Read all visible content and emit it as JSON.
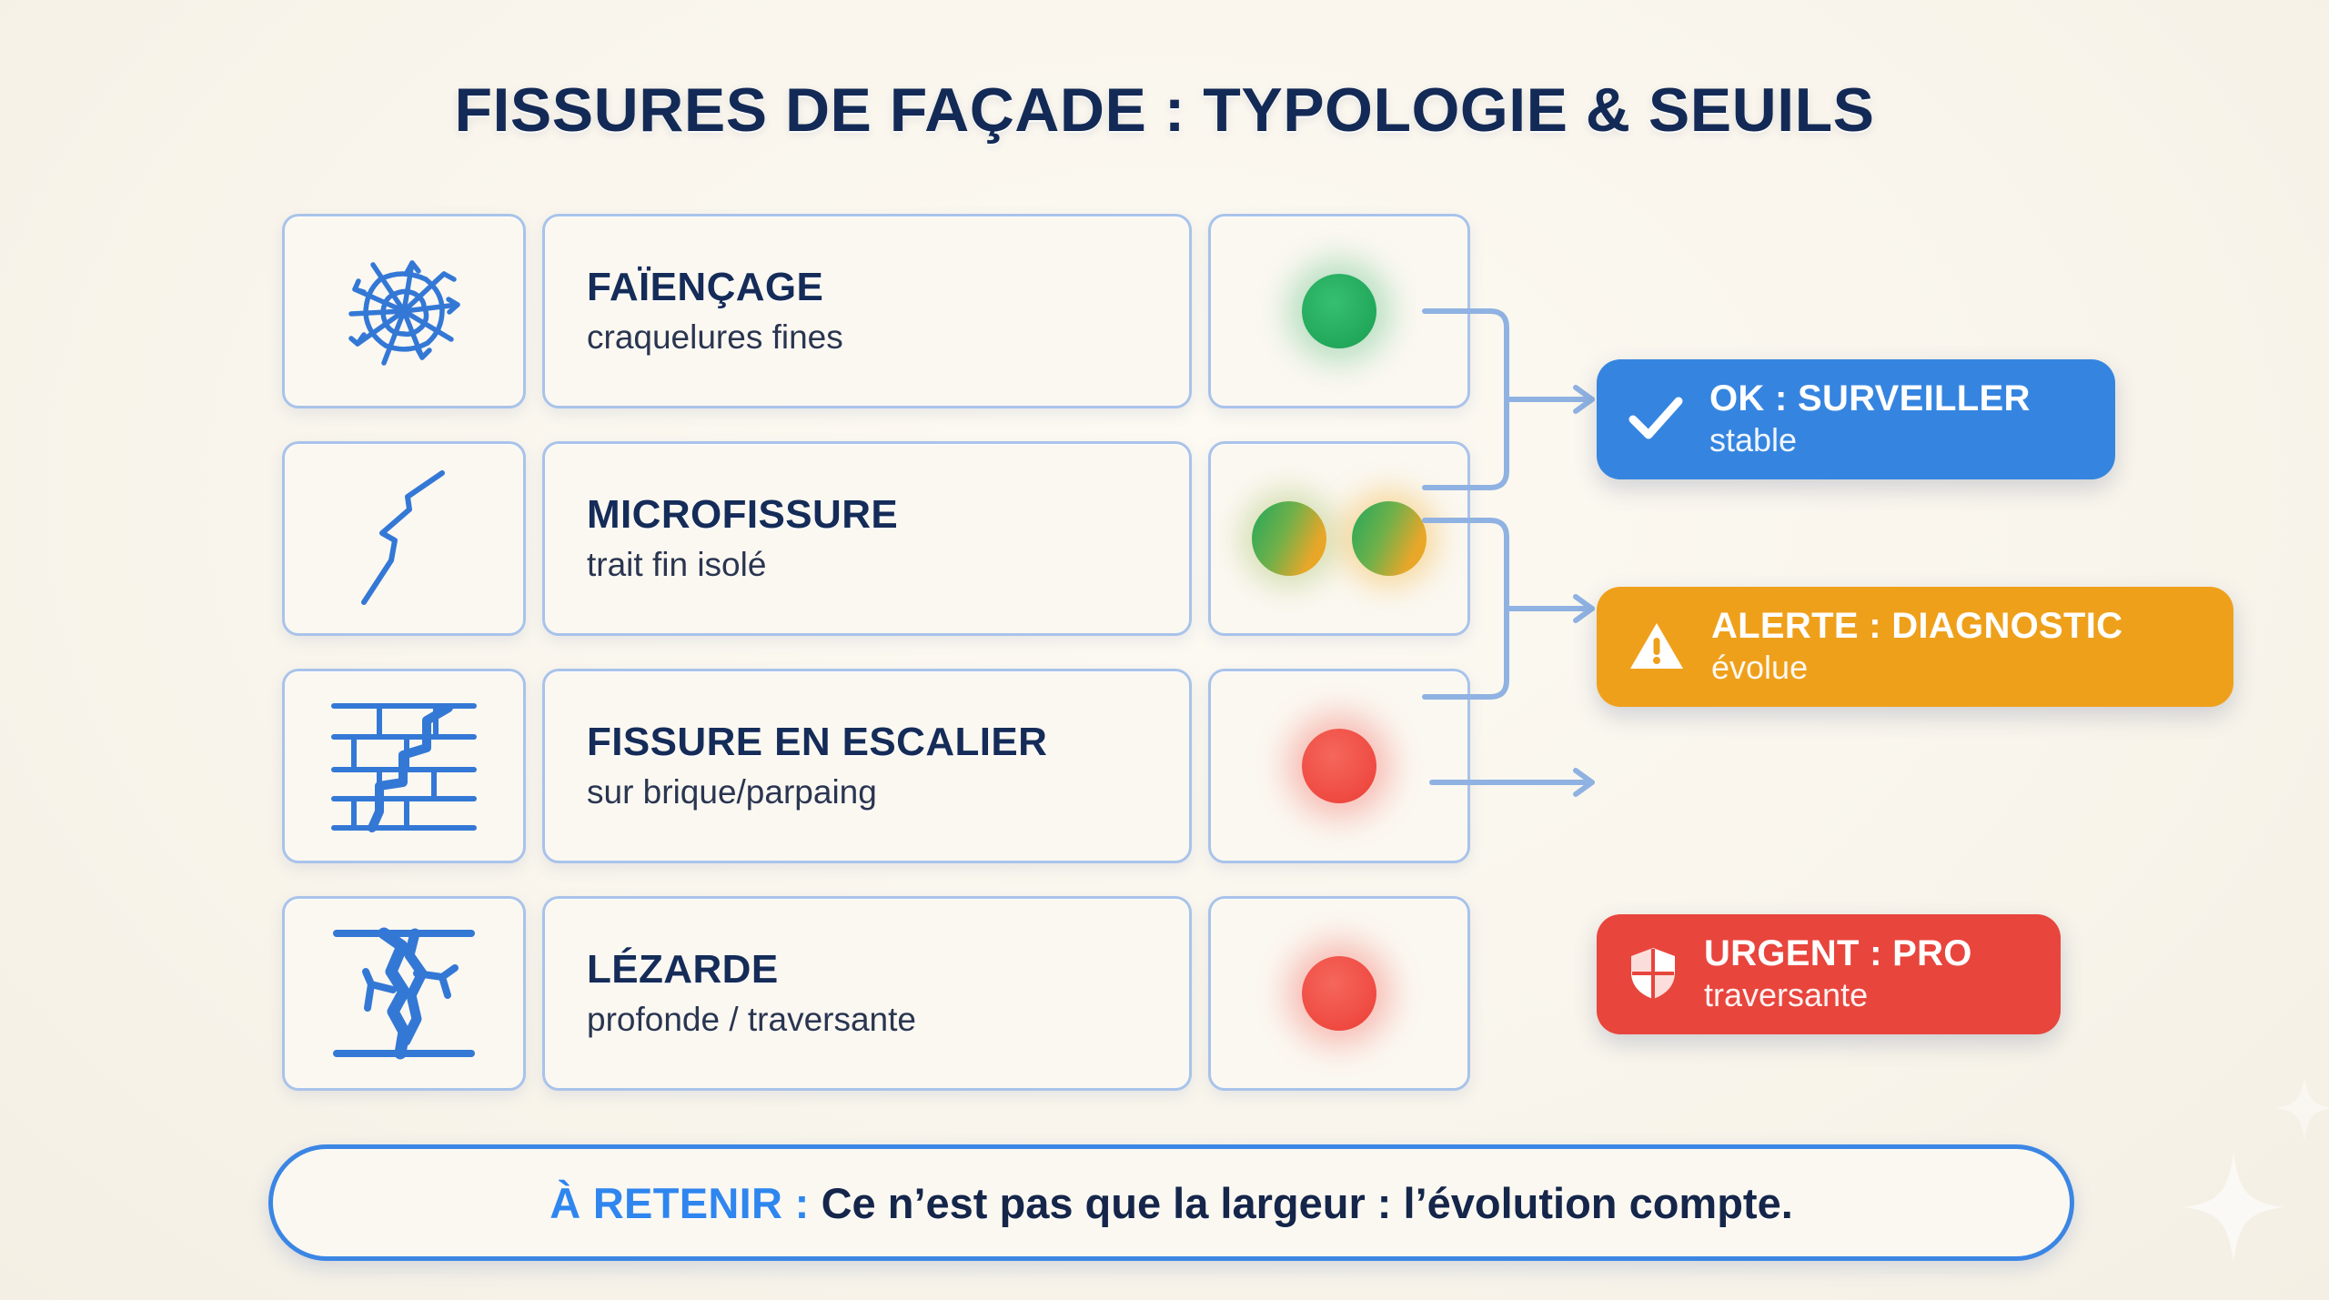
{
  "page": {
    "title": "FISSURES DE FAÇADE : TYPOLOGIE & SEUILS",
    "background_color": "#faf6ee",
    "accent_color": "#3b86e4",
    "title_color": "#132a56"
  },
  "rows": [
    {
      "icon": "crazing-web-icon",
      "title": "FAÏENÇAGE",
      "subtitle": "craquelures fines",
      "severity_dots": [
        "green"
      ]
    },
    {
      "icon": "thin-zigzag-crack-icon",
      "title": "MICROFISSURE",
      "subtitle": "trait fin isolé",
      "severity_dots": [
        "green-orange",
        "green-orange"
      ]
    },
    {
      "icon": "brick-staircase-crack-icon",
      "title": "FISSURE EN ESCALIER",
      "subtitle": "sur brique/parpaing",
      "severity_dots": [
        "red"
      ]
    },
    {
      "icon": "deep-branching-crack-icon",
      "title": "LÉZARDE",
      "subtitle": "profonde / traversante",
      "severity_dots": [
        "red"
      ]
    }
  ],
  "badges": [
    {
      "id": "ok",
      "icon": "check-icon",
      "title": "OK : SURVEILLER",
      "subtitle": "stable",
      "color": "#3585e0"
    },
    {
      "id": "alert",
      "icon": "warning-triangle-icon",
      "title": "ALERTE : DIAGNOSTIC",
      "subtitle": "évolue",
      "color": "#efa01b"
    },
    {
      "id": "urgent",
      "icon": "shield-icon",
      "title": "URGENT : PRO",
      "subtitle": "traversante",
      "color": "#e8453d"
    }
  ],
  "footer": {
    "keyword": "À RETENIR :",
    "text": " Ce n’est pas que la largeur : l’évolution compte."
  },
  "palette": {
    "dot_green": "#22a85a",
    "dot_orange": "#f0a820",
    "dot_red": "#ef4b42",
    "card_border": "#a9c3ea",
    "card_fill": "#fbf8f1",
    "crack_blue": "#3478d6"
  }
}
